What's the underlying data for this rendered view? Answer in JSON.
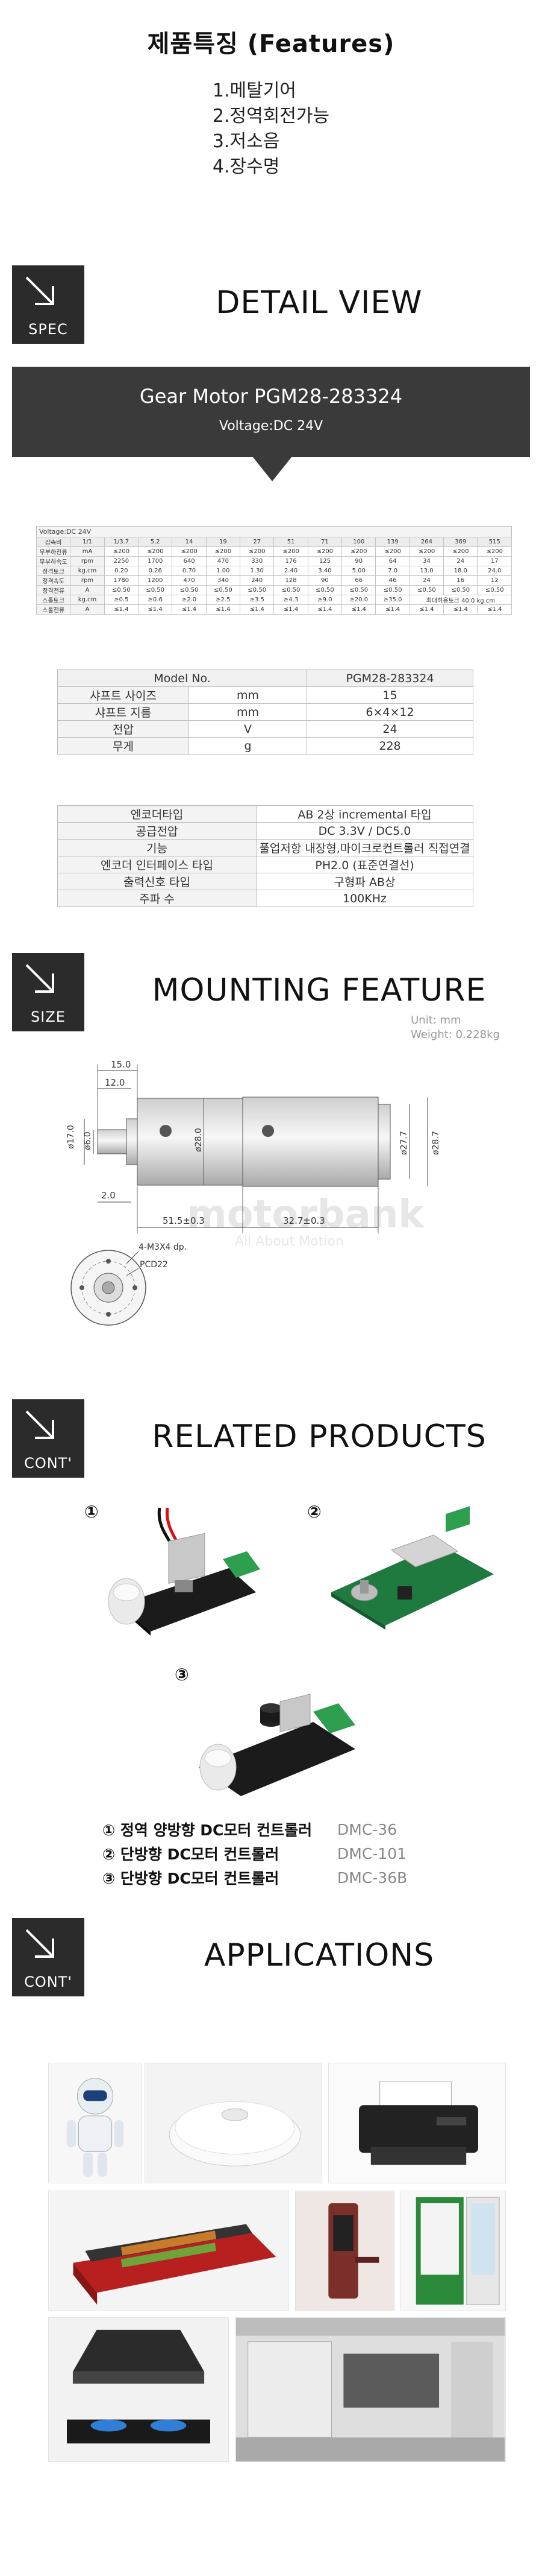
{
  "features": {
    "title": "제품특징 (Features)",
    "items": [
      "1.메탈기어",
      "2.정역회전가능",
      "3.저소음",
      "4.장수명"
    ]
  },
  "sections": {
    "spec": {
      "badge": "SPEC",
      "title": "DETAIL VIEW"
    },
    "size": {
      "badge": "SIZE",
      "title": "MOUNTING FEATURE",
      "unit": "Unit: mm",
      "weight": "Weight: 0.228kg"
    },
    "related": {
      "badge": "CONT'",
      "title": "RELATED PRODUCTS"
    },
    "apps": {
      "badge": "CONT'",
      "title": "APPLICATIONS"
    }
  },
  "banner": {
    "title": "Gear Motor PGM28-283324",
    "voltage": "Voltage:DC 24V"
  },
  "ratio_table": {
    "caption": "Voltage:DC 24V",
    "rows": [
      [
        "감속비",
        "1/1",
        "1/3.7",
        "5.2",
        "14",
        "19",
        "27",
        "51",
        "71",
        "100",
        "139",
        "264",
        "369",
        "515"
      ],
      [
        "무부하전류",
        "mA",
        "≤200",
        "≤200",
        "≤200",
        "≤200",
        "≤200",
        "≤200",
        "≤200",
        "≤200",
        "≤200",
        "≤200",
        "≤200",
        "≤200"
      ],
      [
        "무부하속도",
        "rpm",
        "2250",
        "1700",
        "640",
        "470",
        "330",
        "176",
        "125",
        "90",
        "64",
        "34",
        "24",
        "17"
      ],
      [
        "정격토크",
        "kg.cm",
        "0.20",
        "0.26",
        "0.70",
        "1.00",
        "1.30",
        "2.40",
        "3.40",
        "5.00",
        "7.0",
        "13.0",
        "18.0",
        "24.0"
      ],
      [
        "정격속도",
        "rpm",
        "1780",
        "1200",
        "470",
        "340",
        "240",
        "128",
        "90",
        "66",
        "46",
        "24",
        "16",
        "12"
      ],
      [
        "정격전류",
        "A",
        "≤0.50",
        "≤0.50",
        "≤0.50",
        "≤0.50",
        "≤0.50",
        "≤0.50",
        "≤0.50",
        "≤0.50",
        "≤0.50",
        "≤0.50",
        "≤0.50",
        "≤0.50"
      ],
      [
        "스톨토크",
        "kg.cm",
        "≥0.5",
        "≥0.6",
        "≥2.0",
        "≥2.5",
        "≥3.5",
        "≥4.3",
        "≥9.0",
        "≥20.0",
        "≥35.0",
        "최대허용토크 40.0 kg.cm",
        "",
        ""
      ],
      [
        "스톨전류",
        "A",
        "≤1.4",
        "≤1.4",
        "≤1.4",
        "≤1.4",
        "≤1.4",
        "≤1.4",
        "≤1.4",
        "≤1.4",
        "≤1.4",
        "≤1.4",
        "≤1.4",
        "≤1.4"
      ]
    ]
  },
  "spec_table": {
    "header": [
      "Model No.",
      "PGM28-283324"
    ],
    "rows": [
      [
        "샤프트 사이즈",
        "mm",
        "15"
      ],
      [
        "샤프트 지름",
        "mm",
        "6×4×12"
      ],
      [
        "전압",
        "V",
        "24"
      ],
      [
        "무게",
        "g",
        "228"
      ]
    ]
  },
  "encoder_table": {
    "rows": [
      [
        "엔코더타입",
        "AB 2상 incremental 타입"
      ],
      [
        "공급전압",
        "DC 3.3V / DC5.0"
      ],
      [
        "기능",
        "풀업저항 내장형,마이크로컨트롤러 직접연결"
      ],
      [
        "엔코더 인터페이스 타입",
        "PH2.0 (표준연결선)"
      ],
      [
        "출력신호 타입",
        "구형파 AB상"
      ],
      [
        "주파 수",
        "100KHz"
      ]
    ]
  },
  "drawing": {
    "dims": [
      "15.0",
      "12.0",
      "ø17.0",
      "ø6.0",
      "ø28.0",
      "ø27.7",
      "ø28.7",
      "2.0",
      "51.5±0.3",
      "32.7±0.3",
      "4-M3X4 dp.",
      "PCD22"
    ],
    "watermark": "motorbank",
    "watermark_sub": "All About Motion"
  },
  "products": {
    "markers": [
      "①",
      "②",
      "③"
    ],
    "list": [
      {
        "name": "① 정역 양방향 DC모터 컨트롤러",
        "code": "DMC-36"
      },
      {
        "name": "② 단방향 DC모터 컨트롤러",
        "code": "DMC-101"
      },
      {
        "name": "③ 단방향 DC모터 컨트롤러",
        "code": "DMC-36B"
      }
    ]
  },
  "colors": {
    "badge_bg": "#2b2b2b",
    "banner_bg": "#3a3a3a",
    "pcb_black": "#1b1b1b",
    "pcb_green": "#1f7a3f",
    "terminal_green": "#2e9e4f"
  }
}
